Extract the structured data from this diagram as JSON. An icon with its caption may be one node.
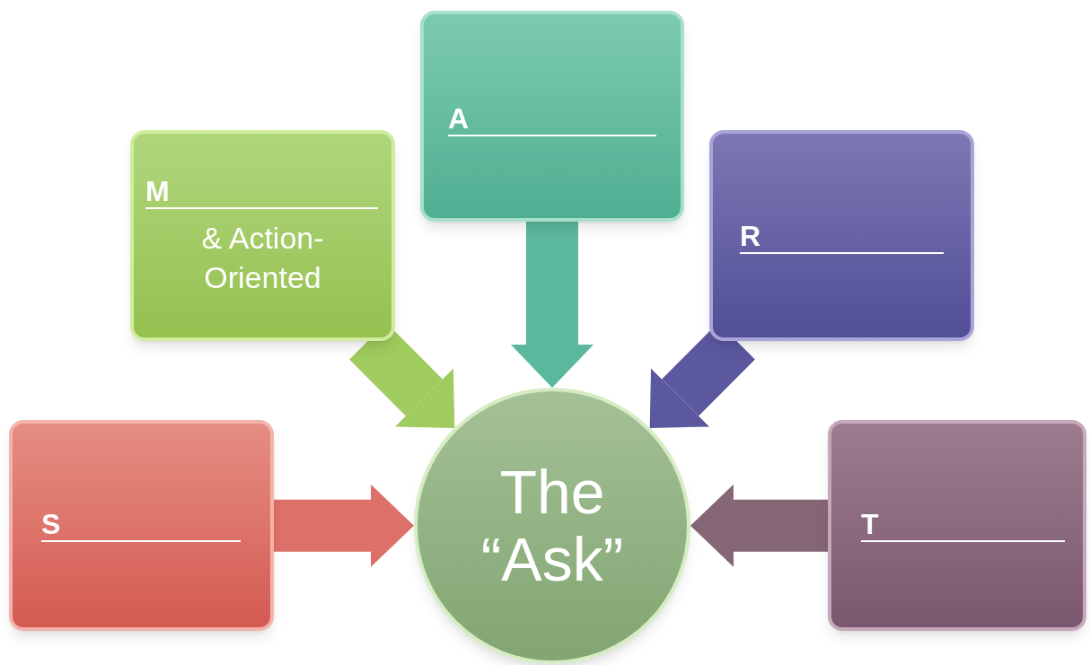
{
  "diagram": {
    "nodes": [
      {
        "text": [
          "A"
        ]
      },
      {
        "text": [
          "M",
          "& Action-Oriented"
        ]
      },
      {
        "text": [
          "R"
        ]
      },
      {
        "text": [
          "S"
        ]
      },
      {
        "text": [
          "The “Ask”"
        ]
      },
      {
        "text": [
          "T"
        ]
      }
    ],
    "edges": [
      {
        "from": 0,
        "to": 4,
        "arrow": "to",
        "color": "#5cb89c"
      },
      {
        "from": 1,
        "to": 4,
        "arrow": "to",
        "color": "#a0cb5e"
      },
      {
        "from": 2,
        "to": 4,
        "arrow": "to",
        "color": "#5c58a0"
      },
      {
        "from": 3,
        "to": 4,
        "arrow": "to",
        "color": "#dd7068"
      },
      {
        "from": 5,
        "to": 4,
        "arrow": "to",
        "color": "#856675"
      }
    ]
  }
}
